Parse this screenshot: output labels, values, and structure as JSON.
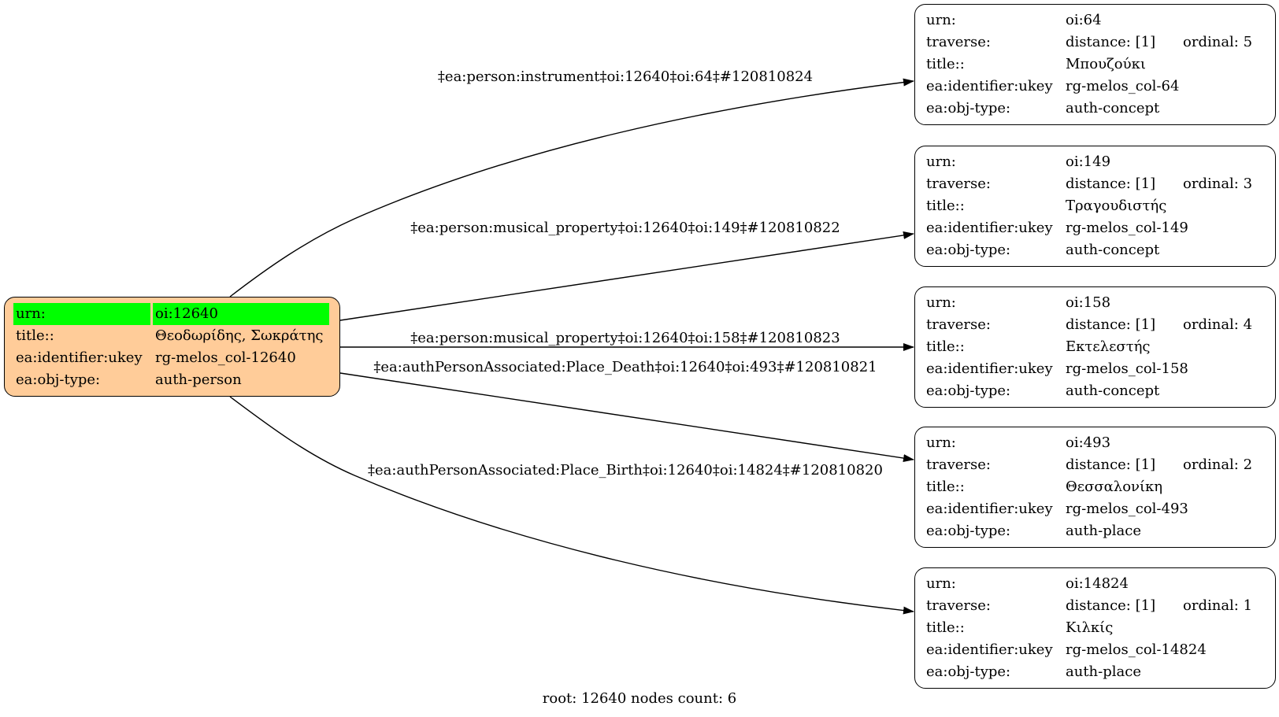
{
  "root": {
    "rows": [
      {
        "k": "urn:",
        "v": "oi:12640"
      },
      {
        "k": "title::",
        "v": "Θεοδωρίδης, Σωκράτης"
      },
      {
        "k": "ea:identifier:ukey",
        "v": "rg-melos_col-12640"
      },
      {
        "k": "ea:obj-type:",
        "v": "auth-person"
      }
    ],
    "highlight_color": "#00ff00",
    "fill_color": "#ffcc99"
  },
  "targets": [
    {
      "urn": "oi:64",
      "distance": "distance: [1]",
      "ordinal": "ordinal: 5",
      "title": "Μπουζούκι",
      "ukey": "rg-melos_col-64",
      "type": "auth-concept"
    },
    {
      "urn": "oi:149",
      "distance": "distance: [1]",
      "ordinal": "ordinal: 3",
      "title": "Τραγουδιστής",
      "ukey": "rg-melos_col-149",
      "type": "auth-concept"
    },
    {
      "urn": "oi:158",
      "distance": "distance: [1]",
      "ordinal": "ordinal: 4",
      "title": "Εκτελεστής",
      "ukey": "rg-melos_col-158",
      "type": "auth-concept"
    },
    {
      "urn": "oi:493",
      "distance": "distance: [1]",
      "ordinal": "ordinal: 2",
      "title": "Θεσσαλονίκη",
      "ukey": "rg-melos_col-493",
      "type": "auth-place"
    },
    {
      "urn": "oi:14824",
      "distance": "distance: [1]",
      "ordinal": "ordinal: 1",
      "title": "Κιλκίς",
      "ukey": "rg-melos_col-14824",
      "type": "auth-place"
    }
  ],
  "labels": {
    "urn": "urn:",
    "traverse": "traverse:",
    "title": "title::",
    "ukey": "ea:identifier:ukey",
    "type": "ea:obj-type:"
  },
  "edges": [
    "‡ea:person:instrument‡oi:12640‡oi:64‡#120810824",
    "‡ea:person:musical_property‡oi:12640‡oi:149‡#120810822",
    "‡ea:person:musical_property‡oi:12640‡oi:158‡#120810823",
    "‡ea:authPersonAssociated:Place_Death‡oi:12640‡oi:493‡#120810821",
    "‡ea:authPersonAssociated:Place_Birth‡oi:12640‡oi:14824‡#120810820"
  ],
  "footer": "root: 12640 nodes count: 6"
}
